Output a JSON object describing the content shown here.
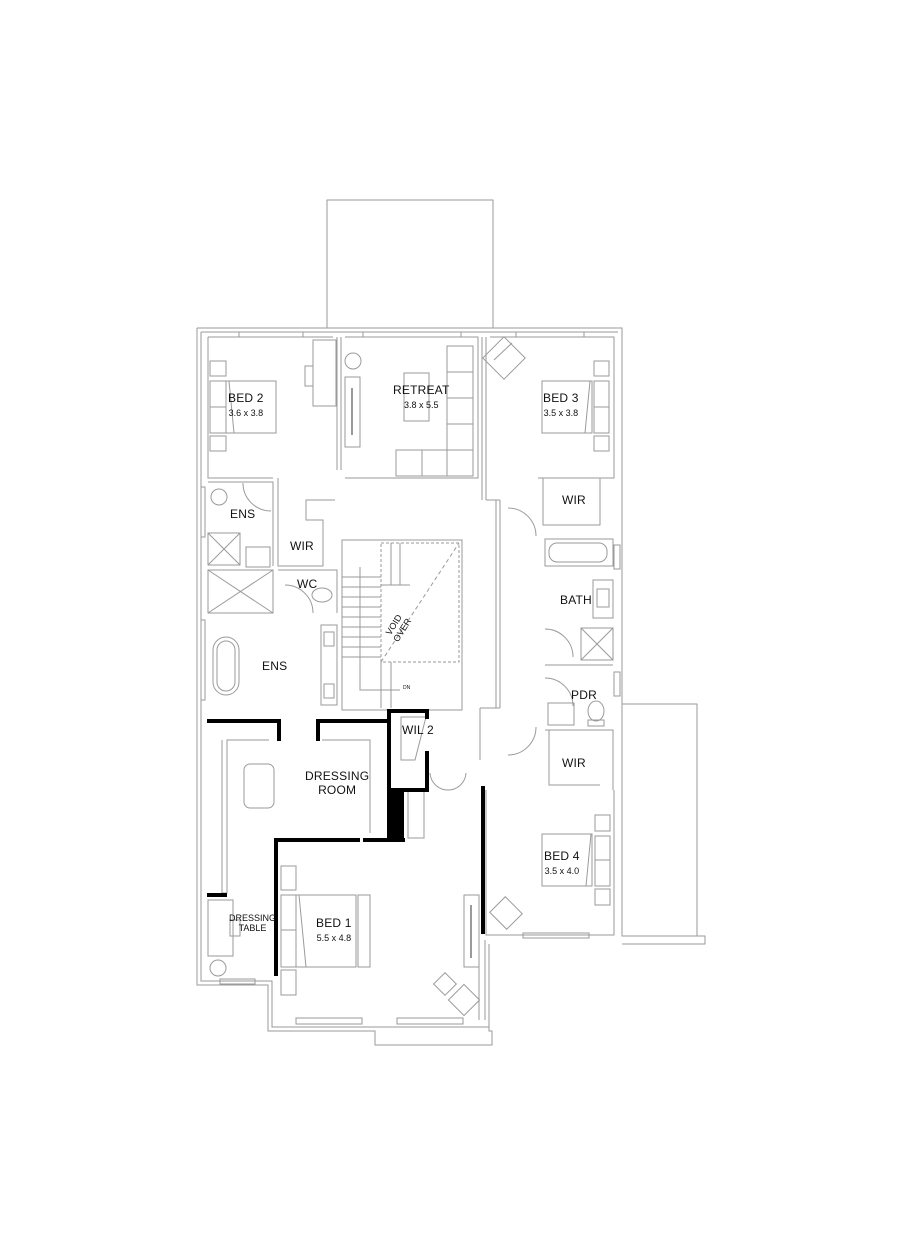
{
  "drawing": {
    "type": "floor-plan",
    "level": "upper floor",
    "line_color": "#9a9a9a",
    "wall_color": "#000000",
    "background": "#ffffff"
  },
  "rooms": {
    "bed2": {
      "name": "BED 2",
      "size": "3.6 x 3.8"
    },
    "retreat": {
      "name": "RETREAT",
      "size": "3.8 x 5.5"
    },
    "bed3": {
      "name": "BED 3",
      "size": "3.5 x 3.8"
    },
    "ens_small": {
      "name": "ENS"
    },
    "wir_left": {
      "name": "WIR"
    },
    "wc": {
      "name": "WC"
    },
    "ens_master": {
      "name": "ENS"
    },
    "wir_right_top": {
      "name": "WIR"
    },
    "bath": {
      "name": "BATH"
    },
    "pdr": {
      "name": "PDR"
    },
    "wir_right_bottom": {
      "name": "WIR"
    },
    "wil2": {
      "name": "WIL 2"
    },
    "dressing_room": {
      "name": "DRESSING",
      "name2": "ROOM"
    },
    "dressing_table": {
      "name": "DRESSING",
      "name2": "TABLE"
    },
    "bed1": {
      "name": "BED 1",
      "size": "5.5 x 4.8"
    },
    "bed4": {
      "name": "BED 4",
      "size": "3.5 x 4.0"
    }
  },
  "annotations": {
    "void_line1": "VOID",
    "void_line2": "OVER",
    "stair_direction": "DN"
  }
}
